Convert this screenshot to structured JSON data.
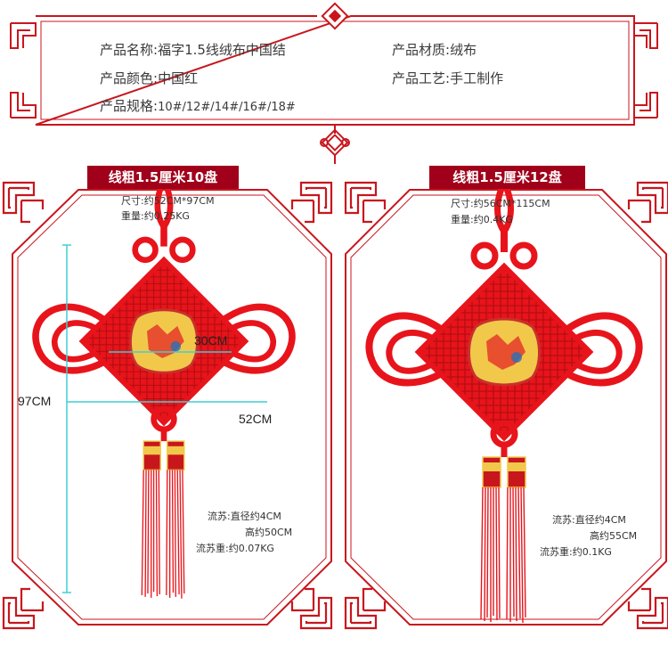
{
  "product_info": {
    "name_label": "产品名称:",
    "name_value": "福字1.5线绒布中国结",
    "material_label": "产品材质:",
    "material_value": "绒布",
    "color_label": "产品颜色:",
    "color_value": "中国红",
    "craft_label": "产品工艺:",
    "craft_value": "手工制作",
    "spec_label": "产品规格:",
    "spec_value": "10#/12#/14#/16#/18#"
  },
  "variants": [
    {
      "title": "线粗1.5厘米10盘",
      "size_label": "尺寸:",
      "size_value": "约52CM*97CM",
      "weight_label": "重量:",
      "weight_value": "约0.25KG",
      "tassel_label": "流苏:",
      "tassel_diameter": "直径约4CM",
      "tassel_height": "高约50CM",
      "tassel_weight_label": "流苏重:",
      "tassel_weight_value": "约0.07KG",
      "dim_height": "97CM",
      "dim_inner": "30CM",
      "dim_width": "52CM"
    },
    {
      "title": "线粗1.5厘米12盘",
      "size_label": "尺寸:",
      "size_value": "约56CM*115CM",
      "weight_label": "重量:",
      "weight_value": "约0.4KG",
      "tassel_label": "流苏:",
      "tassel_diameter": "直径约4CM",
      "tassel_height": "高约55CM",
      "tassel_weight_label": "流苏重:",
      "tassel_weight_value": "约0.1KG"
    }
  ],
  "colors": {
    "frame_red": "#c8161d",
    "title_bar": "#a0001a",
    "knot_red": "#e8141b",
    "dimension_line": "#3fd0d4"
  },
  "icons": [
    "chinese-knot-icon",
    "diamond-ornament-icon",
    "fret-corner-icon"
  ]
}
